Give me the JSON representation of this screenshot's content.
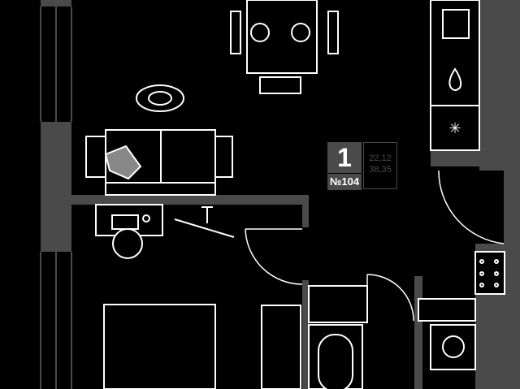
{
  "apartment": {
    "rooms": "1",
    "number": "№104",
    "living_area": "22,12",
    "total_area": "38,35"
  },
  "colors": {
    "background": "#000000",
    "wall": "#4a4a4a",
    "furniture_line": "#ffffff"
  }
}
